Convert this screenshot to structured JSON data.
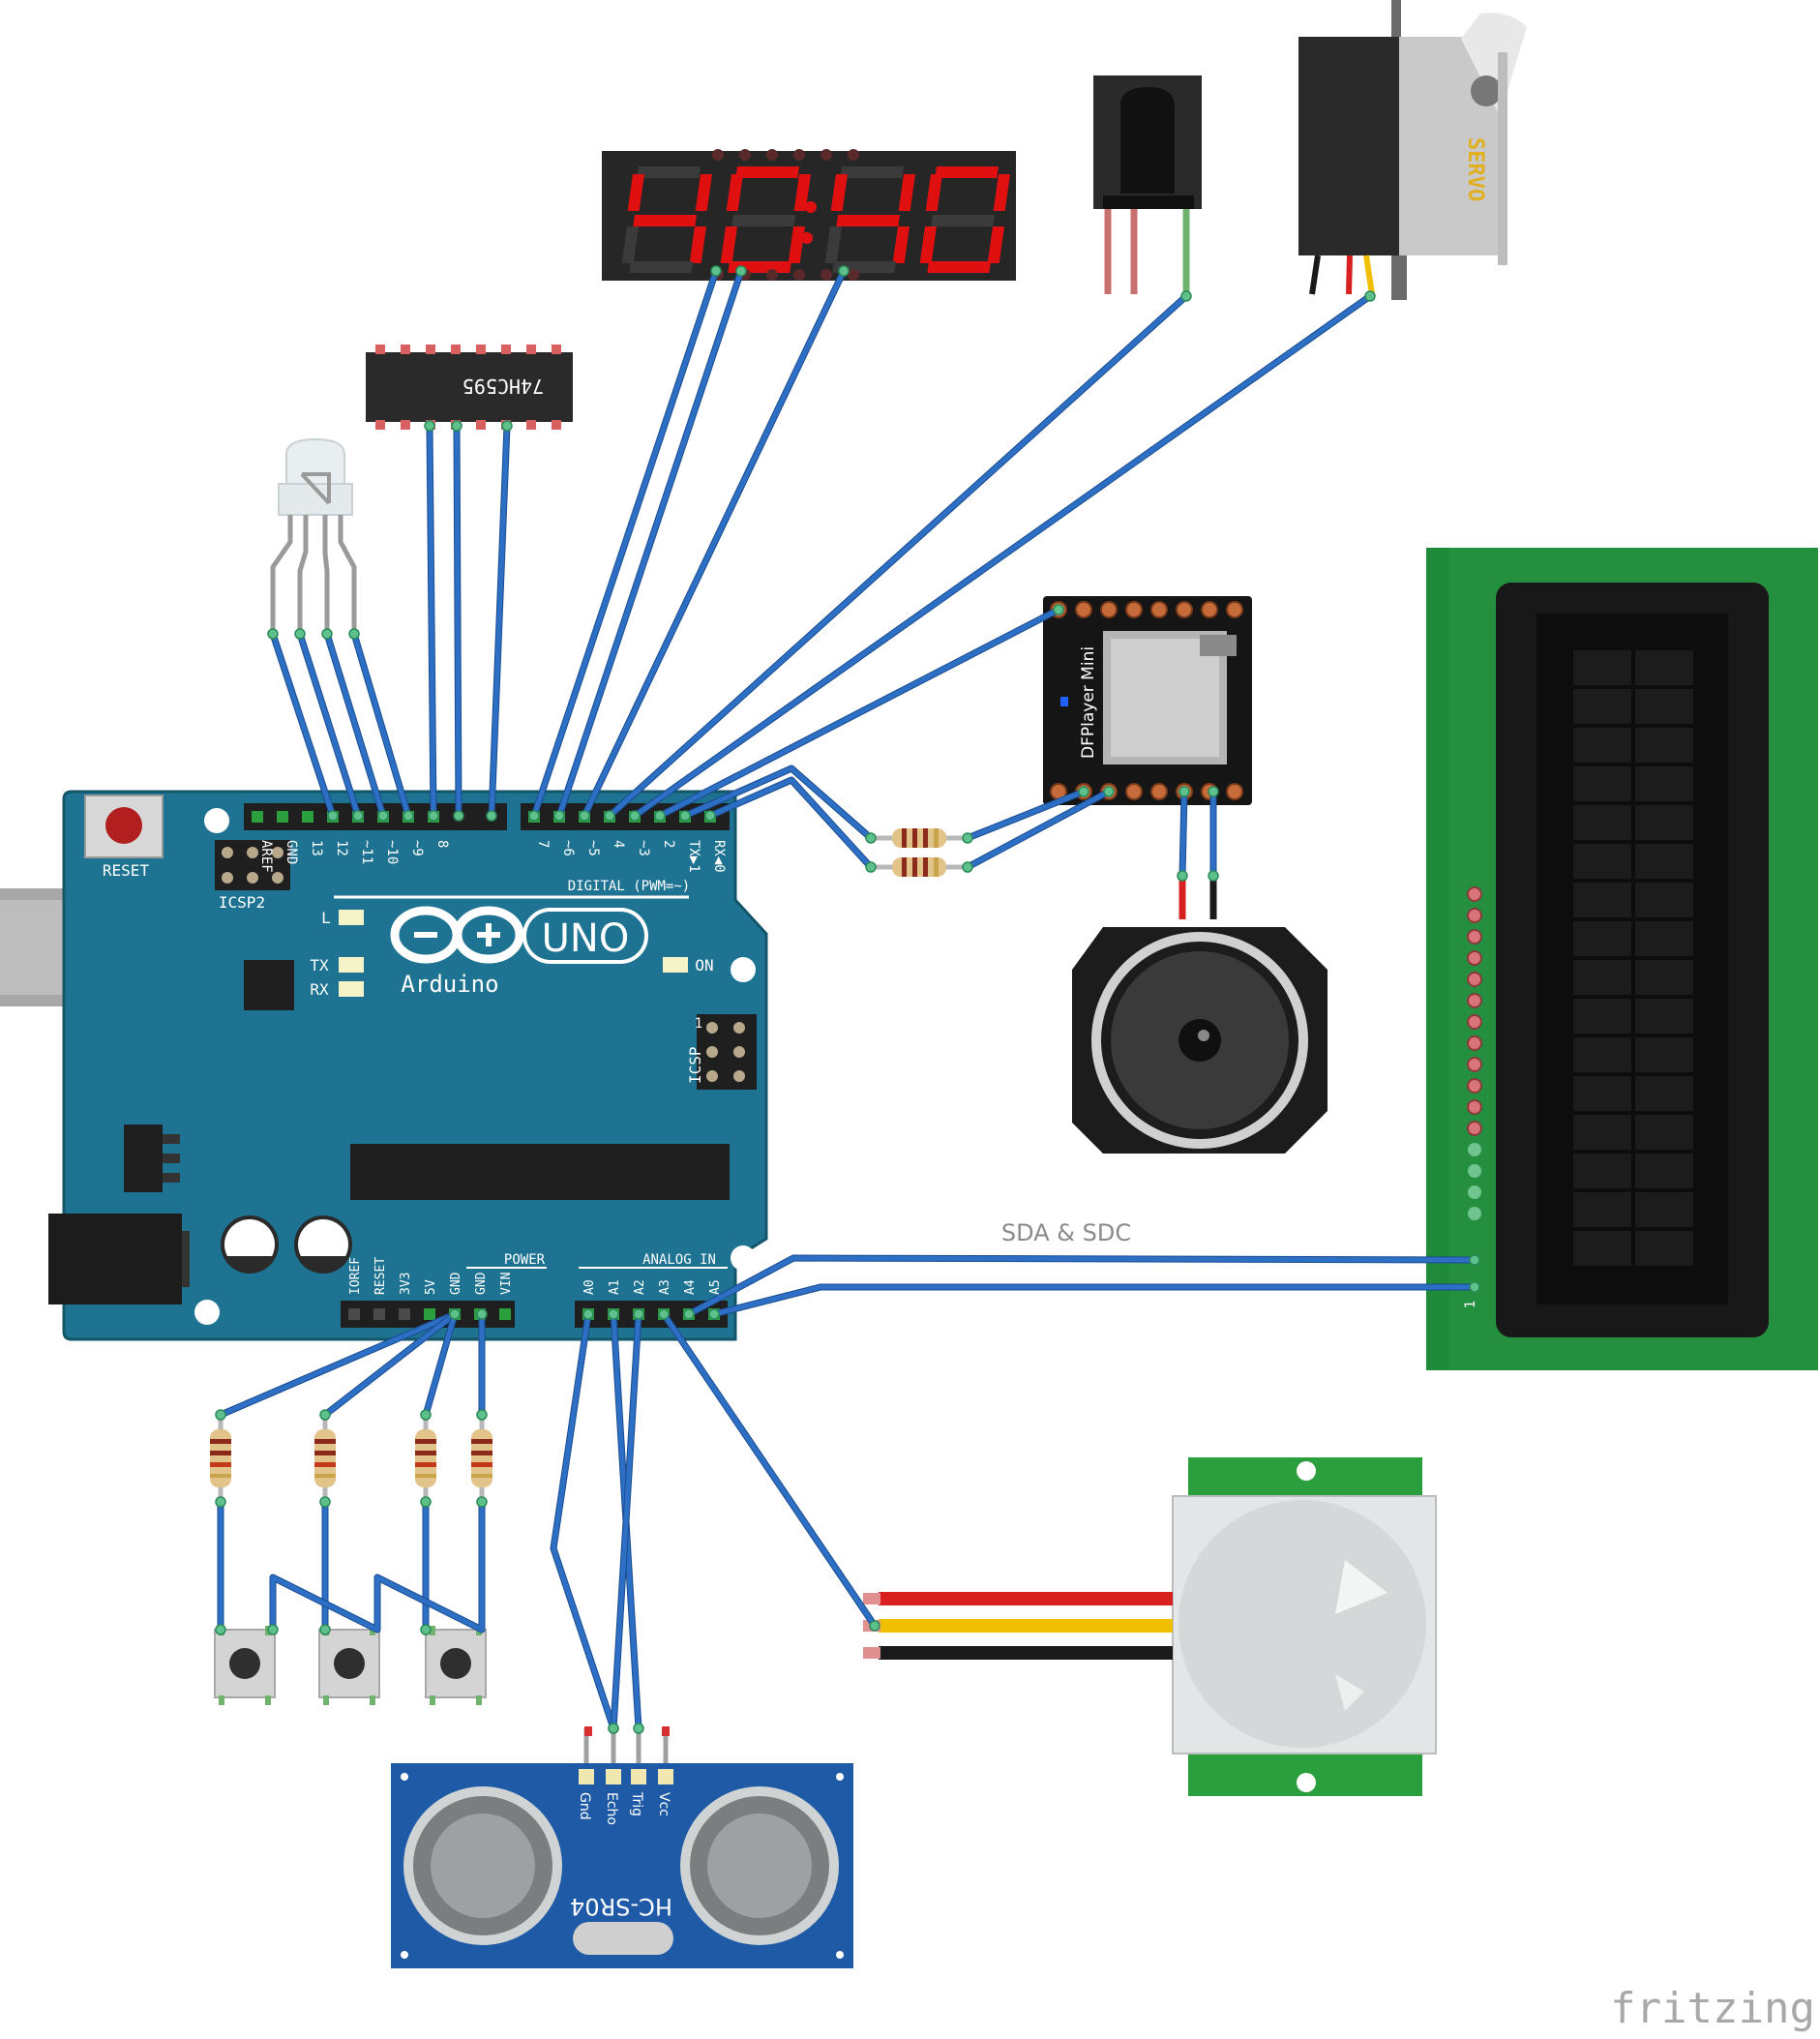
{
  "colors": {
    "wire": "#2c6fc4",
    "arduino_board": "#1d7391",
    "lcd_pcb": "#1f8a3a",
    "seven_segment_on": "#e01010",
    "sonar_board": "#1e5aa6",
    "pir_pcb": "#2b9e3e"
  },
  "arduino": {
    "brand": "Arduino",
    "model": "UNO",
    "reset_label": "RESET",
    "icsp2_label": "ICSP2",
    "icsp_label": "ICSP",
    "icsp_pin1": "1",
    "digital_label": "DIGITAL (PWM=~)",
    "power_label": "POWER",
    "analog_label": "ANALOG IN",
    "led_l": "L",
    "led_tx": "TX",
    "led_rx": "RX",
    "led_on": "ON",
    "top_pins": [
      "AREF",
      "GND",
      "13",
      "12",
      "~11",
      "~10",
      "~9",
      "8",
      "7",
      "~6",
      "~5",
      "4",
      "~3",
      "2",
      "TX▶1",
      "RX◀0"
    ],
    "power_pins": [
      "IOREF",
      "RESET",
      "3V3",
      "5V",
      "GND",
      "GND",
      "VIN"
    ],
    "analog_pins": [
      "A0",
      "A1",
      "A2",
      "A3",
      "A4",
      "A5"
    ]
  },
  "shift_register": {
    "label": "74HC595"
  },
  "dfplayer": {
    "label": "DFPlayer Mini"
  },
  "servo": {
    "label": "SERVO"
  },
  "sonar": {
    "label": "HC-SR04",
    "pins": [
      "Gnd",
      "Echo",
      "Trig",
      "Vcc"
    ]
  },
  "lcd": {
    "pin1_label": "1"
  },
  "annotation": {
    "i2c": "SDA & SDC"
  },
  "watermark": "fritzing"
}
